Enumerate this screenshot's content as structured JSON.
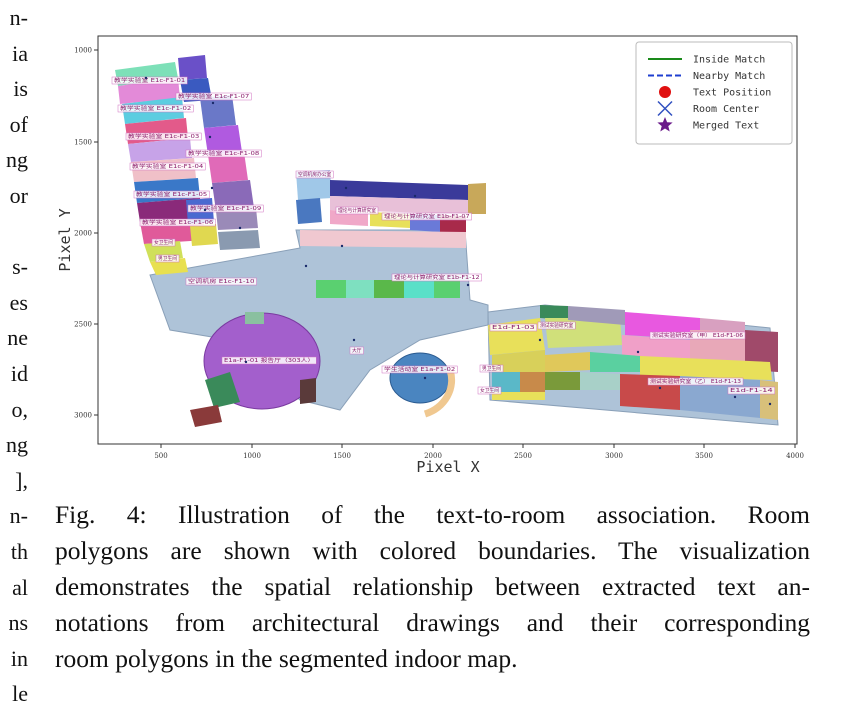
{
  "side_fragments": [
    "n-",
    "ia",
    "is",
    "of",
    "ng",
    "or",
    "",
    "s-",
    "es",
    "ne",
    "id",
    "o,",
    "ng",
    "],",
    "n-",
    "th",
    "al",
    "ns",
    "in",
    "le"
  ],
  "figure": {
    "xlabel": "Pixel X",
    "ylabel": "Pixel Y",
    "xticks": [
      "500",
      "1000",
      "1500",
      "2000",
      "2500",
      "3000",
      "3500",
      "4000"
    ],
    "yticks": [
      "1000",
      "1500",
      "2000",
      "2500",
      "3000"
    ],
    "legend": [
      {
        "label": "Inside Match",
        "symbol": "solid-line",
        "color": "#1a8a1a"
      },
      {
        "label": "Nearby Match",
        "symbol": "dashed-line",
        "color": "#1f3fd0"
      },
      {
        "label": "Text Position",
        "symbol": "circle",
        "color": "#e01010"
      },
      {
        "label": "Room Center",
        "symbol": "x-mark",
        "color": "#3050c0"
      },
      {
        "label": "Merged Text",
        "symbol": "star",
        "color": "#6a1a8a"
      }
    ],
    "room_labels": [
      "教学实验室 E1c-F1-01",
      "教学实验室 E1c-F1-07",
      "教学实验室 E1c-F1-02",
      "教学实验室 E1c-F1-03",
      "教学实验室 E1c-F1-08",
      "教学实验室 E1c-F1-04",
      "教学实验室 E1c-F1-05",
      "教学实验室 E1c-F1-09",
      "教学实验室 E1c-F1-06",
      "女卫生间",
      "男卫生间",
      "空调机房 E1c-F1-10",
      "空调机房办公室",
      "理论与计算研究室 E1b-F1-07",
      "理论与计算研究室",
      "理论与计算研究室 E1b-F1-12",
      "大厅",
      "E1a-F1-01 报告厅（303人）",
      "学生活动室 E1a-F1-02",
      "E1d-F1-03",
      "测试实验研究室",
      "测试实验研究室（甲） E1d-F1-06",
      "测试实验研究室（乙） E1d-F1-13",
      "E1d-F1-14",
      "男卫生间",
      "女卫生间"
    ],
    "colors": {
      "axes": "#333333",
      "building": "#aec3d8",
      "auditorium": "#a35fcc",
      "student_room": "#4a85c0"
    }
  },
  "caption": {
    "lines": [
      "Fig. 4: Illustration of the text-to-room association. Room",
      "polygons are shown with colored boundaries. The visualization",
      "demonstrates the spatial relationship between extracted text an-",
      "notations from architectural drawings and their corresponding",
      "room polygons in the segmented indoor map."
    ]
  }
}
